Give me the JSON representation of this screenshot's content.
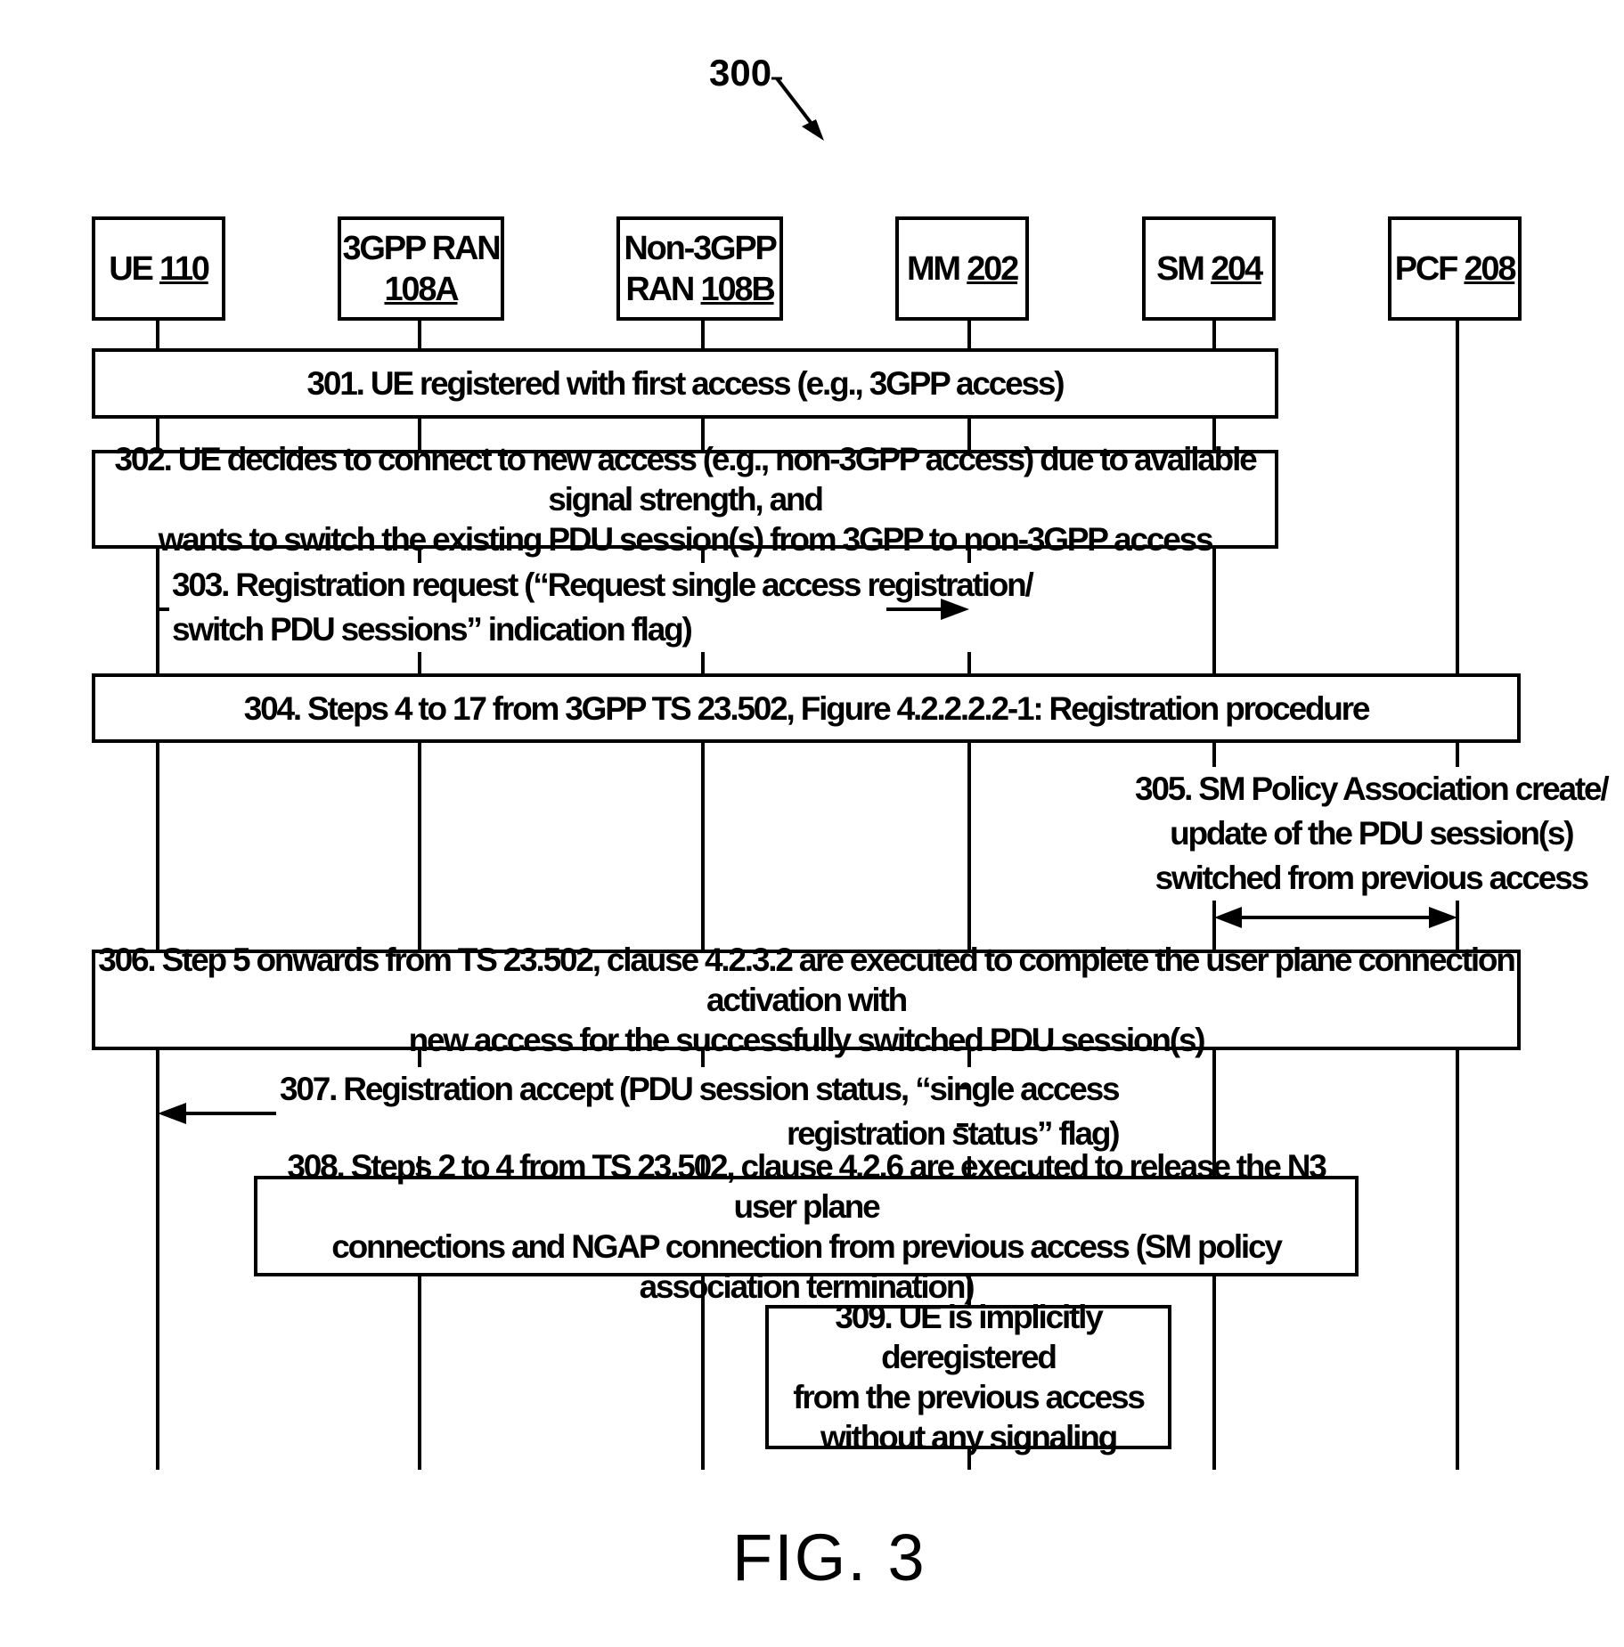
{
  "figure_ref": "300",
  "figure_label": "FIG. 3",
  "entities": [
    {
      "name": "UE",
      "ref": "110"
    },
    {
      "name": "3GPP RAN",
      "ref": "108A"
    },
    {
      "name": "Non-3GPP RAN",
      "ref": "108B"
    },
    {
      "name": "MM",
      "ref": "202"
    },
    {
      "name": "SM",
      "ref": "204"
    },
    {
      "name": "PCF",
      "ref": "208"
    }
  ],
  "steps": {
    "s301": "301. UE registered with first access (e.g., 3GPP access)",
    "s302": "302. UE decides to connect to new access (e.g., non-3GPP access) due to available signal strength, and\nwants to switch the existing PDU session(s) from 3GPP to non-3GPP access",
    "s303": "303. Registration request (“Request single access registration/\nswitch PDU sessions” indication flag)",
    "s304": "304. Steps 4 to 17 from 3GPP TS 23.502, Figure 4.2.2.2.2-1: Registration procedure",
    "s305": "305. SM Policy Association create/\nupdate of the PDU session(s)\nswitched from previous access",
    "s306": "306. Step 5 onwards from TS 23.502, clause 4.2.3.2 are executed to complete the user plane connection activation with\nnew access for the successfully switched PDU session(s)",
    "s307": "307. Registration accept (PDU session status, “single access\nregistration status” flag)",
    "s308": "308. Steps 2 to 4 from TS 23.502, clause 4.2.6 are executed to release the N3 user plane\nconnections and NGAP connection from previous access (SM policy association termination)",
    "s309": "309. UE is implicitly deregistered\nfrom the previous access\nwithout any signaling"
  }
}
